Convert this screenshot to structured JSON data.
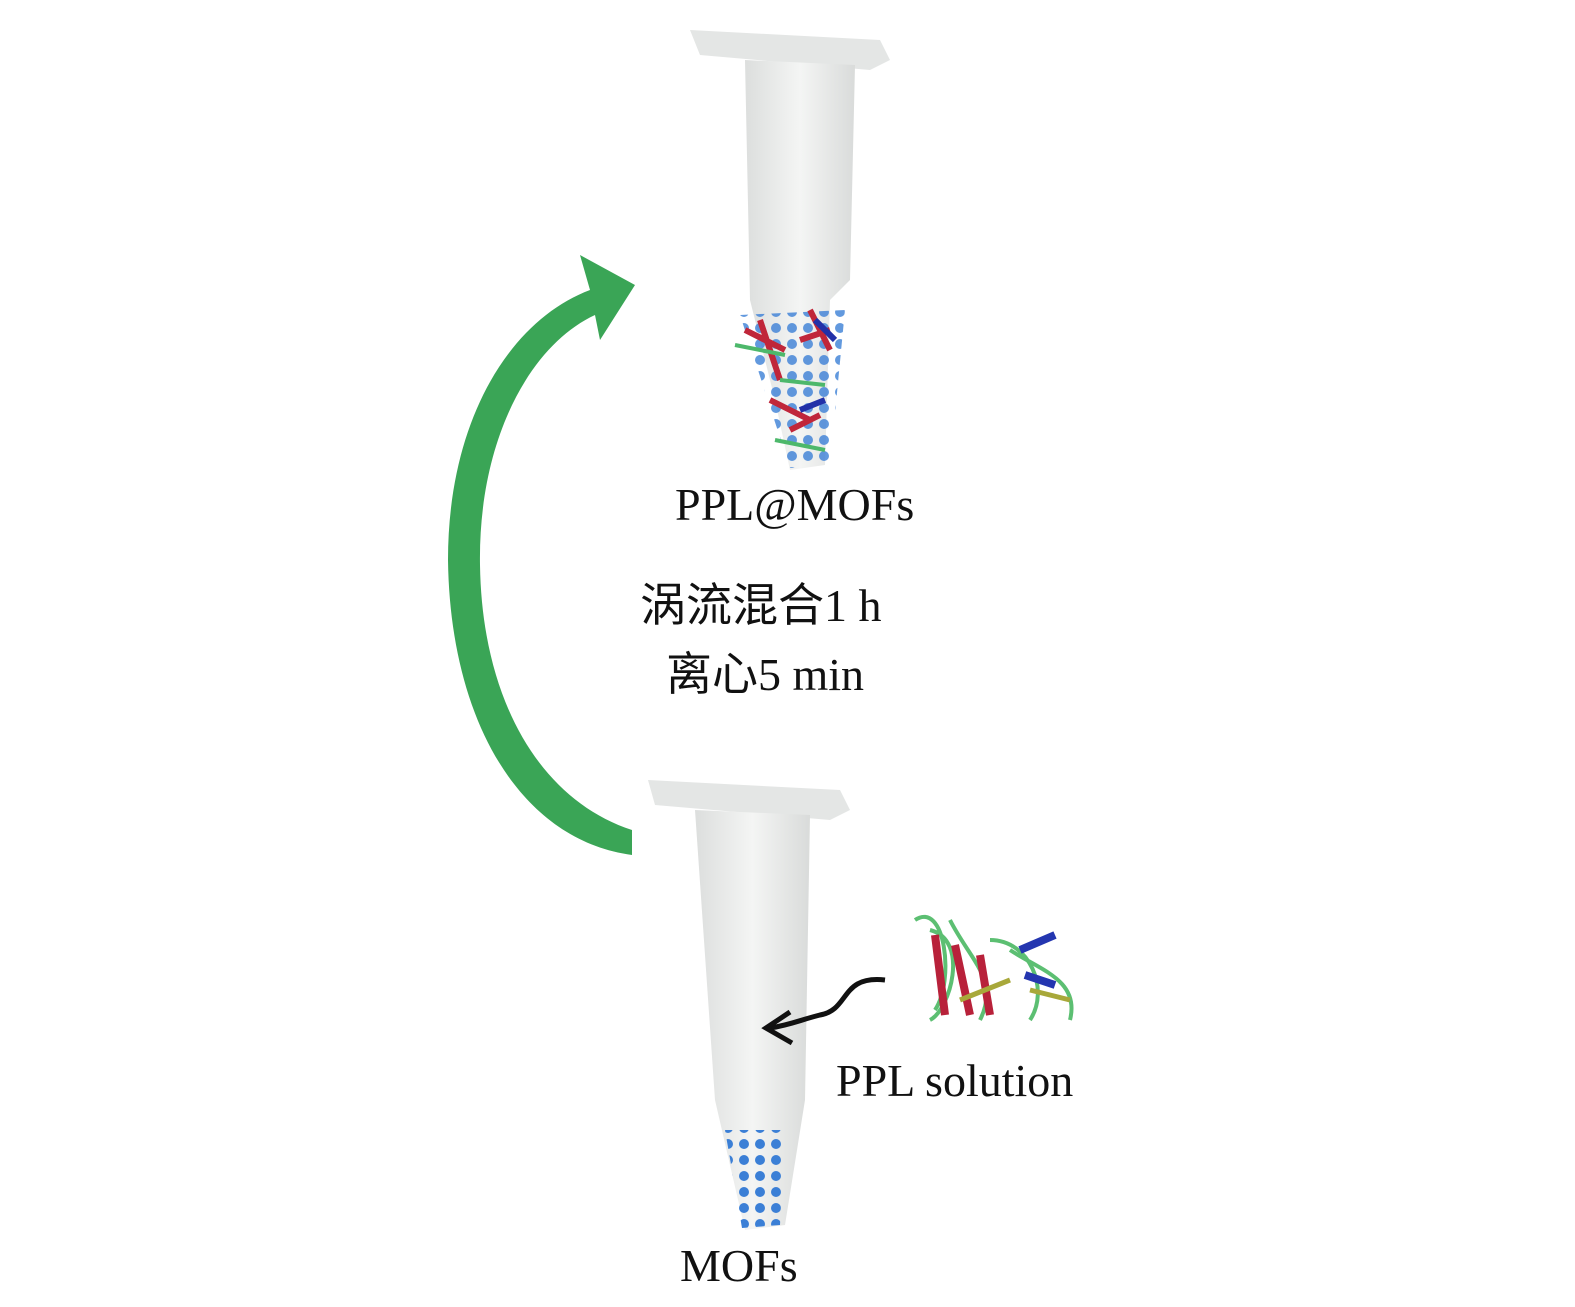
{
  "labels": {
    "top_tube": "PPL@MOFs",
    "step_1": "涡流混合1 h",
    "step_2": "离心5 min",
    "reagent": "PPL solution",
    "bottom_tube": "MOFs"
  },
  "colors": {
    "arrow": "#3aa556",
    "mof": "#3b7fd6",
    "tube": "#e9eaea"
  }
}
